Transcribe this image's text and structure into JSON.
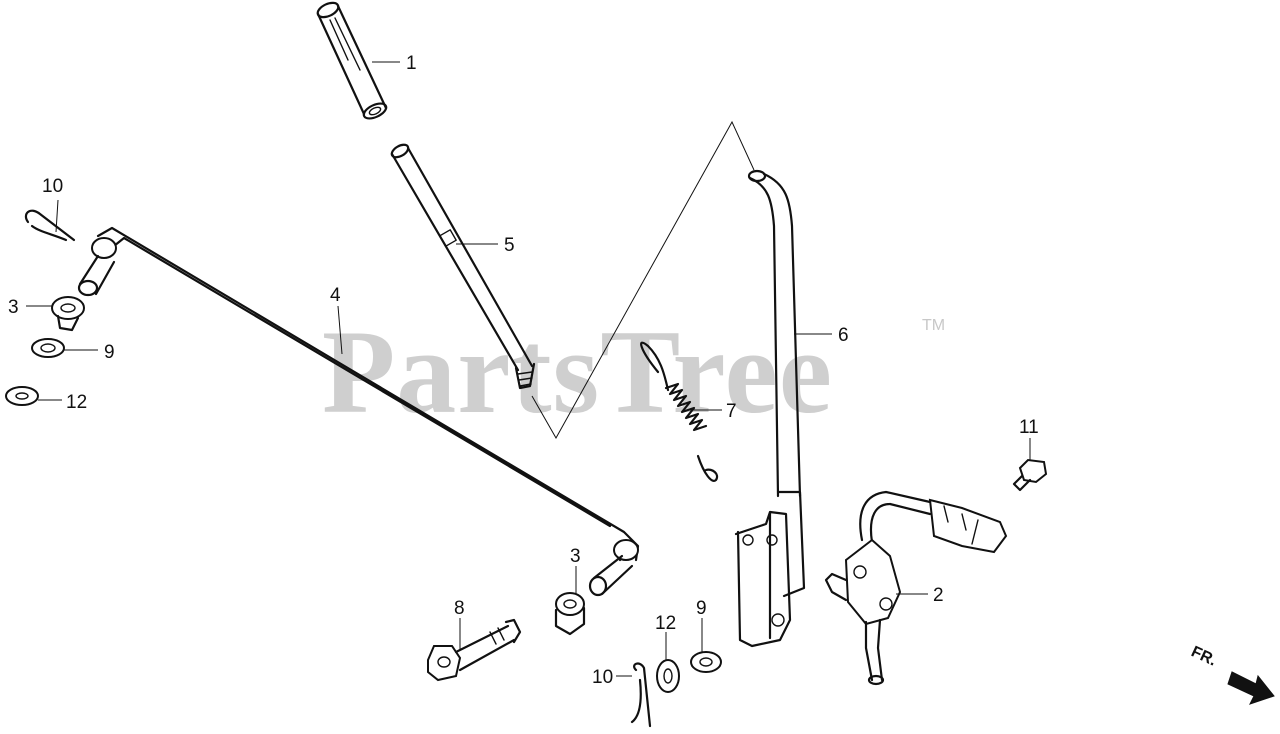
{
  "watermark": {
    "text": "PartsTree",
    "trademark": "TM"
  },
  "direction_marker": {
    "label": "FR.",
    "icon": "arrow-right-down-icon"
  },
  "callouts": {
    "c1": "1",
    "c2": "2",
    "c3a": "3",
    "c3b": "3",
    "c4": "4",
    "c5": "5",
    "c6": "6",
    "c7": "7",
    "c8": "8",
    "c9a": "9",
    "c9b": "9",
    "c10a": "10",
    "c10b": "10",
    "c11": "11",
    "c12a": "12",
    "c12b": "12"
  },
  "colors": {
    "ink": "#111111",
    "watermark": "#cfcfcf",
    "background": "#ffffff"
  }
}
